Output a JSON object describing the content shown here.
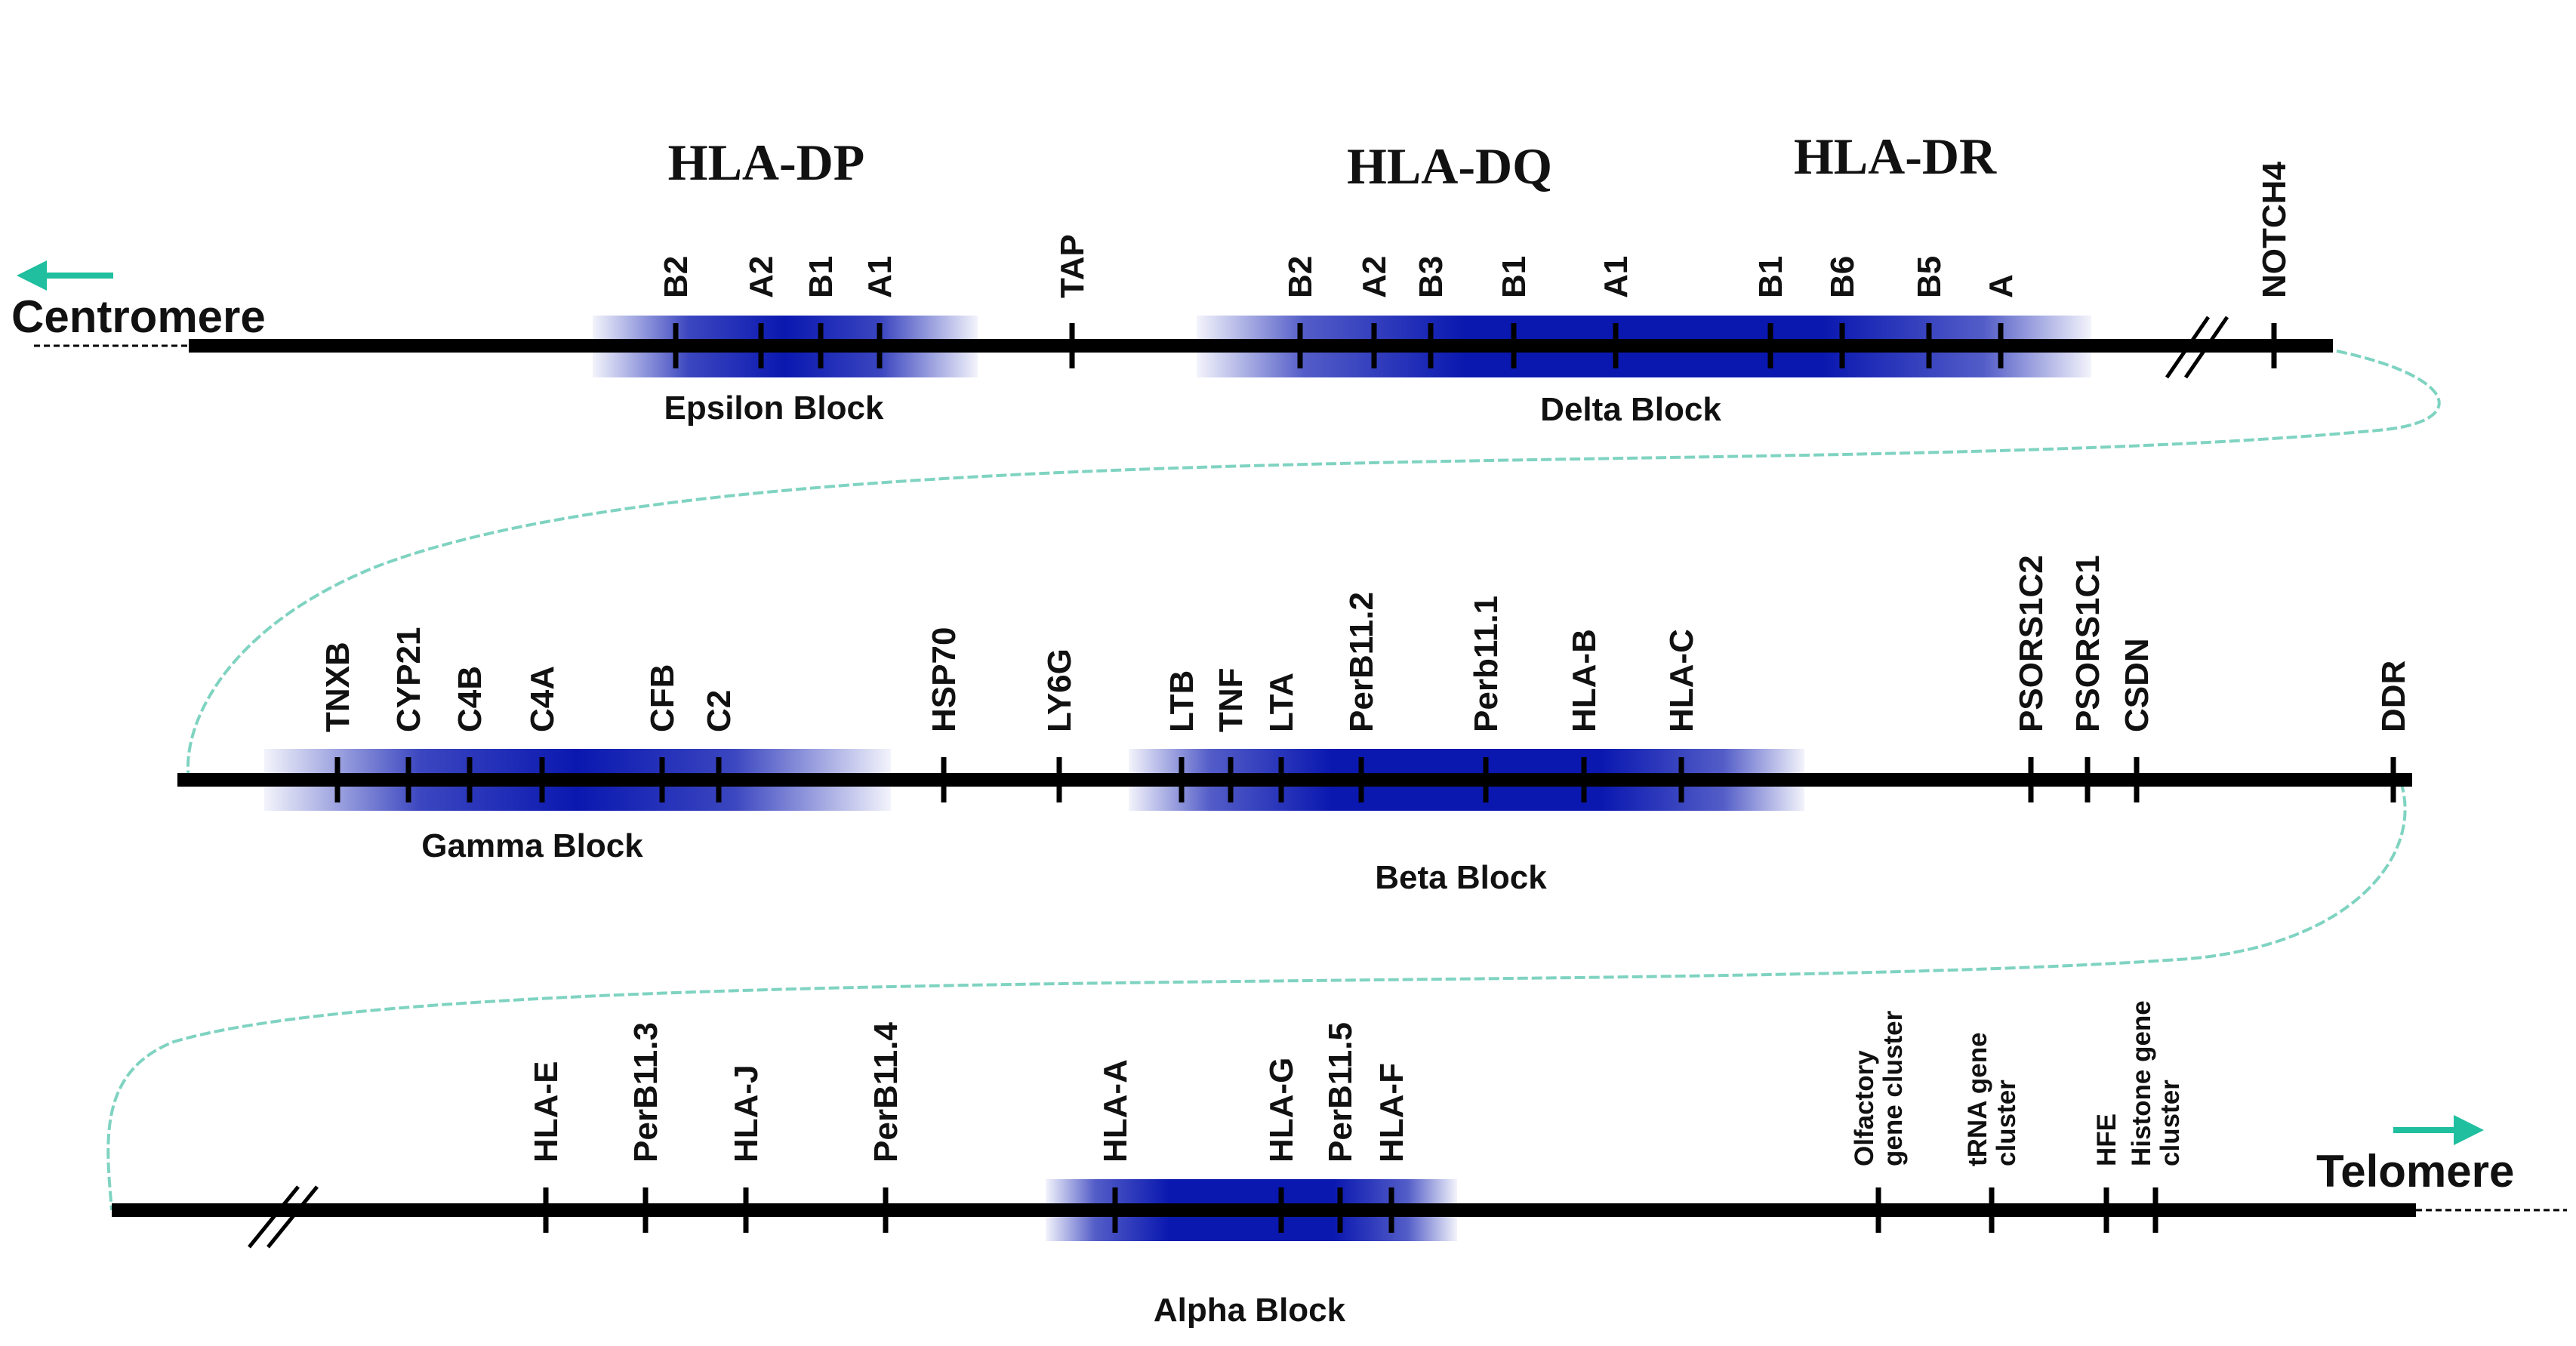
{
  "colors": {
    "chromosome": "#000000",
    "block": "#0a18b0",
    "arrow": "#1fbf9f",
    "connector": "#7fd3c1"
  },
  "centromere_label": "Centromere",
  "telomere_label": "Telomere",
  "groups": {
    "dp": "HLA-DP",
    "dq": "HLA-DQ",
    "dr": "HLA-DR"
  },
  "blocks": {
    "epsilon": "Epsilon Block",
    "delta": "Delta Block",
    "gamma": "Gamma Block",
    "beta": "Beta Block",
    "alpha": "Alpha Block"
  },
  "row1_genes": [
    "B2",
    "A2",
    "B1",
    "A1",
    "TAP",
    "B2",
    "A2",
    "B3",
    "B1",
    "A1",
    "B1",
    "B6",
    "B5",
    "A",
    "NOTCH4"
  ],
  "row2_genes": [
    "TNXB",
    "CYP21",
    "C4B",
    "C4A",
    "CFB",
    "C2",
    "HSP70",
    "LY6G",
    "LTB",
    "TNF",
    "LTA",
    "PerB11.2",
    "Perb11.1",
    "HLA-B",
    "HLA-C",
    "PSORS1C2",
    "PSORS1C1",
    "CSDN",
    "DDR"
  ],
  "row3_genes": [
    "HLA-E",
    "PerB11.3",
    "HLA-J",
    "PerB11.4",
    "HLA-A",
    "HLA-G",
    "PerB11.5",
    "HLA-F"
  ],
  "row3_clusters": [
    [
      "Olfactory",
      "gene cluster"
    ],
    [
      "tRNA gene",
      "cluster"
    ],
    [
      "HFE"
    ],
    [
      "Histone gene",
      "cluster"
    ]
  ]
}
